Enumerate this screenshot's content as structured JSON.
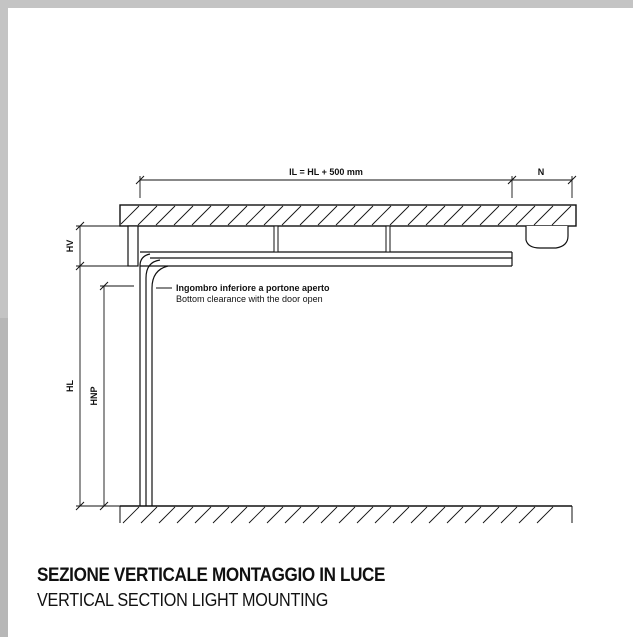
{
  "dimensions": {
    "il_label": "IL = HL + 500 mm",
    "n_label": "N",
    "hv_label": "HV",
    "hl_label": "HL",
    "hnp_label": "HNP"
  },
  "note": {
    "title": "Ingombro inferiore a portone aperto",
    "subtitle": "Bottom clearance with the door open"
  },
  "caption": {
    "title": "SEZIONE VERTICALE MONTAGGIO IN LUCE",
    "subtitle": "VERTICAL SECTION LIGHT MOUNTING"
  },
  "colors": {
    "frame": "#c4c4c4",
    "line": "#111111"
  }
}
